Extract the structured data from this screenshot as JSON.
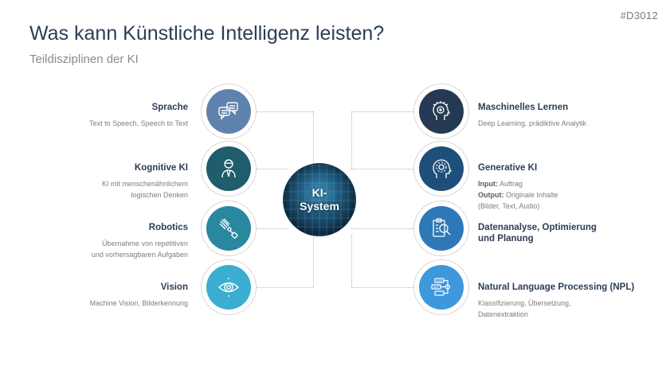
{
  "slide_tag": "#D3012",
  "header": {
    "title": "Was kann Künstliche Intelligenz leisten?",
    "subtitle": "Teildisziplinen der KI"
  },
  "center": {
    "label_line1": "KI-",
    "label_line2": "System"
  },
  "left_items": [
    {
      "title": "Sprache",
      "desc": [
        "Text to Speech, Speech to Text"
      ],
      "icon": "speech-bubbles-icon",
      "color": "#5f82ad"
    },
    {
      "title": "Kognitive KI",
      "desc": [
        "KI mit menschenähnlichem",
        "logischen Denken"
      ],
      "icon": "person-thinking-icon",
      "color": "#1f5c6c"
    },
    {
      "title": "Robotics",
      "desc": [
        "Übernahme von repetitiven",
        "und vorhersagbaren Aufgaben"
      ],
      "icon": "robot-arm-icon",
      "color": "#2a87a0"
    },
    {
      "title": "Vision",
      "desc": [
        "Machine Vision, Bilderkennung"
      ],
      "icon": "eye-icon",
      "color": "#3aaed0"
    }
  ],
  "right_items": [
    {
      "title": "Maschinelles Lernen",
      "desc": [
        "Deep Learning, prädiktive Analytik"
      ],
      "icon": "brain-head-icon",
      "color": "#253a52"
    },
    {
      "title": "Generative KI",
      "input_label": "Input:",
      "input_value": " Auftrag",
      "output_label": "Output:",
      "output_value": " Originale Inhalte",
      "desc_extra": "(Bilder, Text, Audio)",
      "icon": "gear-head-icon",
      "color": "#1e4f7a"
    },
    {
      "title_line1": "Datenanalyse, Optimierung",
      "title_line2": "und Planung",
      "icon": "clipboard-search-icon",
      "color": "#2f78b8"
    },
    {
      "title": "Natural Language Processing (NPL)",
      "desc": [
        "Klassifizierung, Übersetzung,",
        "Datenextraktion"
      ],
      "icon": "nlp-flow-icon",
      "color": "#3d98dc",
      "icon_labels": [
        "0101",
        "NLP",
        ""
      ]
    }
  ]
}
